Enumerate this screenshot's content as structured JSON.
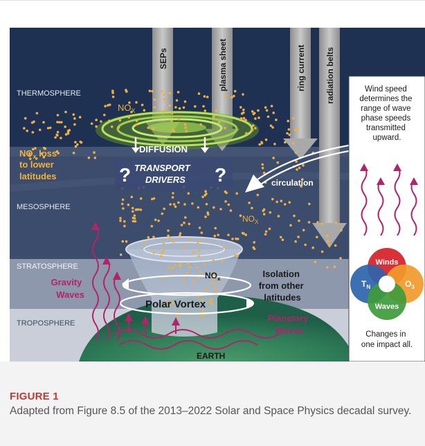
{
  "figure": {
    "label": "FIGURE 1",
    "caption": "Adapted from Figure 8.5 of the 2013–2022 Solar and Space Physics decadal survey."
  },
  "diagram": {
    "layers": {
      "thermosphere": "THERMOSPHERE",
      "mesosphere": "MESOSPHERE",
      "stratosphere": "STRATOSPHERE",
      "troposphere": "TROPOSPHERE",
      "earth": "EARTH"
    },
    "arrows": {
      "seps": "SEPs",
      "plasma_sheet": "plasma sheet",
      "ring_current": "ring current",
      "radiation_belts": "radiation belts"
    },
    "labels": {
      "nox_top": "NO",
      "nox_sub": "X",
      "nox_loss_1_a": "NO",
      "nox_loss_1_sub": "x",
      "nox_loss_1_b": " loss",
      "nox_loss_2": "to lower",
      "nox_loss_3": "latitudes",
      "diffusion": "DIFFUSION",
      "transport_1": "TRANSPORT",
      "transport_2": "DRIVERS",
      "question": "?",
      "circulation": "circulation",
      "nox_meso": "NO",
      "nox_meso_sub": "X",
      "nox_vortex": "NO",
      "nox_vortex_sub": "x",
      "polar_vortex": "Polar Vortex",
      "isolation_1": "Isolation",
      "isolation_2": "from other",
      "isolation_3": "latitudes",
      "gravity_1": "Gravity",
      "gravity_2": "Waves",
      "planetary_1": "Planetary",
      "planetary_2": "Waves"
    },
    "wind_box": {
      "line1": "Wind speed",
      "line2": "determines the",
      "line3": "range of wave",
      "line4": "phase speeds",
      "line5": "transmitted",
      "line6": "upward."
    },
    "venn": {
      "winds": "Winds",
      "tn": "T",
      "tn_sub": "N",
      "o3": "O",
      "o3_sub": "3",
      "waves": "Waves",
      "caption1": "Changes in",
      "caption2": "one impact all."
    },
    "colors": {
      "thermosphere": "#1e3152",
      "mesosphere": "#3c4c6c",
      "stratosphere": "#8d98ad",
      "troposphere": "#c9ced8",
      "dots": "#f0b040",
      "wave": "#b0246a",
      "orange_text": "#f2b23a",
      "winds": "#d8262e",
      "o3": "#f29a2a",
      "waves": "#3e9b3a",
      "tn": "#2d64ad"
    }
  }
}
